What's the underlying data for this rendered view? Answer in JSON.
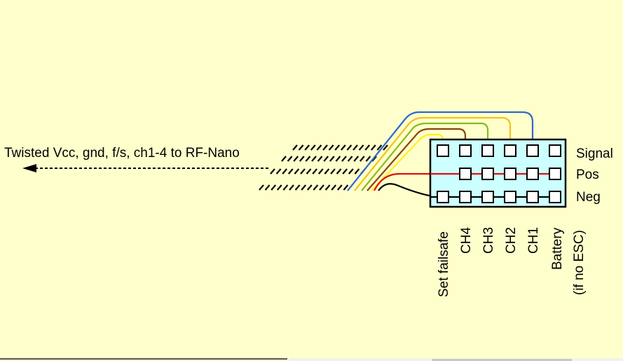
{
  "diagram": {
    "cable_label": "Twisted Vcc, gnd, f/s, ch1-4 to RF-Nano",
    "row_labels": [
      "Signal",
      "Pos",
      "Neg"
    ],
    "column_labels": [
      "Set failsafe",
      "CH4",
      "CH3",
      "CH2",
      "CH1",
      "Battery"
    ],
    "battery_note": "(if no ESC)",
    "colors": {
      "background": "#ffffcc",
      "header_fill": "#ccffff",
      "wire_blue": "#3366cc",
      "wire_orange": "#f2c21a",
      "wire_green": "#88bb22",
      "wire_brown": "#884411",
      "wire_yellow": "#ffee22",
      "wire_red": "#dd1111",
      "wire_black": "#000000"
    }
  }
}
